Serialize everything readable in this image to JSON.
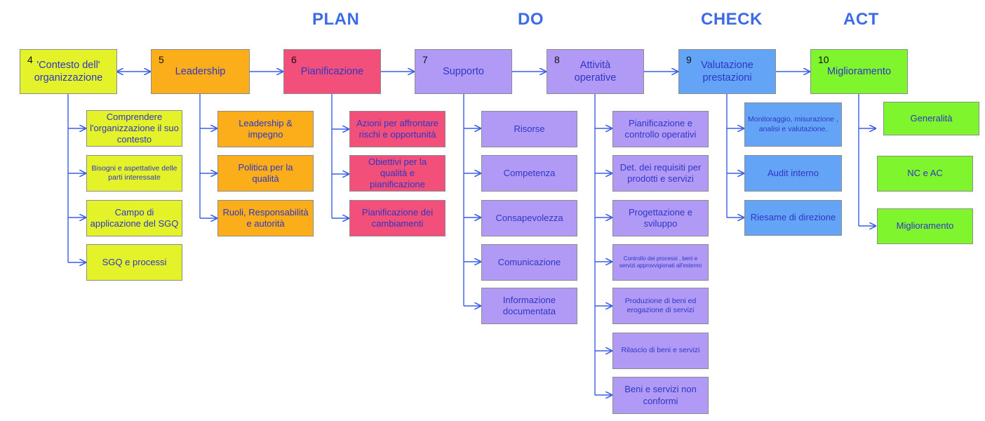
{
  "phases": {
    "plan": "PLAN",
    "do": "DO",
    "check": "CHECK",
    "act": "ACT"
  },
  "colors": {
    "phase_text": "#3d6be8",
    "box_text": "#2f36c6",
    "connector": "#3a5ee6",
    "contesto": "#e4f22a",
    "leadership": "#fbae19",
    "pianificazione": "#f24f7b",
    "supporto": "#b09af6",
    "attivita": "#b09af6",
    "valutazione": "#64a4f6",
    "miglioramento": "#7ef52c"
  },
  "clauses": [
    {
      "number": "4",
      "title": "'Contesto dell' organizzazione",
      "items": [
        "Comprendere l'organizzazione il suo contesto",
        "Bisogni e aspettative delle parti interessate",
        "Campo di applicazione del SGQ",
        "SGQ e processi"
      ]
    },
    {
      "number": "5",
      "title": "Leadership",
      "items": [
        "Leadership & impegno",
        "Politica per la qualità",
        "Ruoli, Responsabilità e autorità"
      ]
    },
    {
      "number": "6",
      "title": "Pianificazione",
      "items": [
        "Azioni per affrontare rischi e opportunità",
        "Obiettivi per la qualità e pianificazione",
        "Pianificazione dei cambiamenti"
      ]
    },
    {
      "number": "7",
      "title": "Supporto",
      "items": [
        "Risorse",
        "Competenza",
        "Consapevolezza",
        "Comunicazione",
        "Informazione documentata"
      ]
    },
    {
      "number": "8",
      "title": "Attività operative",
      "items": [
        "Pianificazione e controllo operativi",
        "Det. dei requisiti per prodotti e servizi",
        "Progettazione e sviluppo",
        "Controllo dei processi , beni e servizi approvvigionati all'esterno",
        "Produzione di beni ed erogazione di servizi",
        "Rilascio di beni e servizi",
        "Beni e servizi non conformi"
      ]
    },
    {
      "number": "9",
      "title": "Valutazione prestazioni",
      "items": [
        "Monitoraggio, misurazione , analisi e valutazione.",
        "Audit interno",
        "Riesame di direzione"
      ]
    },
    {
      "number": "10",
      "title": "Miglioramento",
      "items": [
        "Generalità",
        "NC e AC",
        "Miglioramento"
      ]
    }
  ]
}
